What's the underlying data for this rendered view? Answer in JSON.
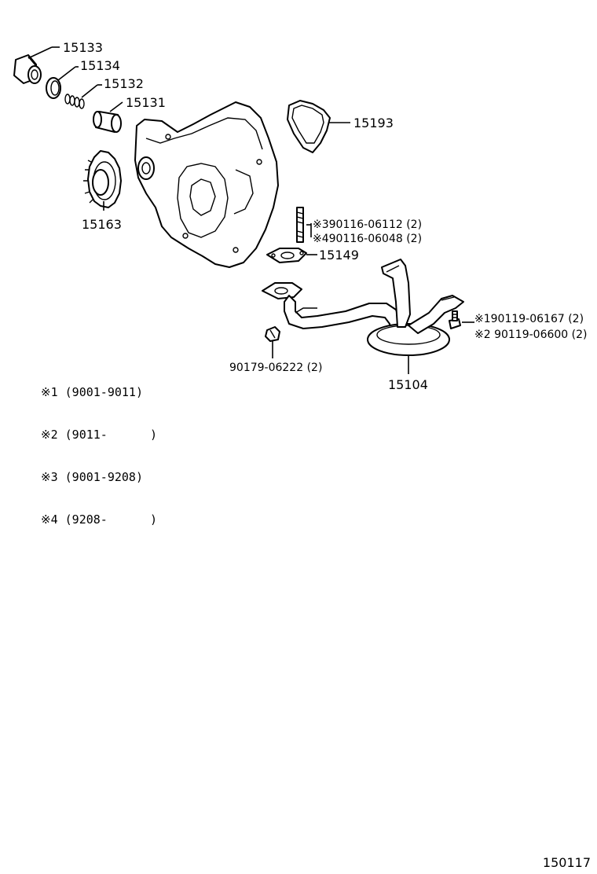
{
  "parts": {
    "p15133": "15133",
    "p15134": "15134",
    "p15132": "15132",
    "p15131": "15131",
    "p15193": "15193",
    "p15163": "15163",
    "p15149": "15149",
    "p15104": "15104",
    "stud_a": "※390116-06112 (2)",
    "stud_b": "※490116-06048 (2)",
    "bolt_a": "※190119-06167 (2)",
    "bolt_b": "※2 90119-06600 (2)",
    "nut": "90179-06222 (2)"
  },
  "legend": [
    "※1 (9001-9011)",
    "※2 (9011-      )",
    "※3 (9001-9208)",
    "※4 (9208-      )"
  ],
  "diagram_id": "150117"
}
